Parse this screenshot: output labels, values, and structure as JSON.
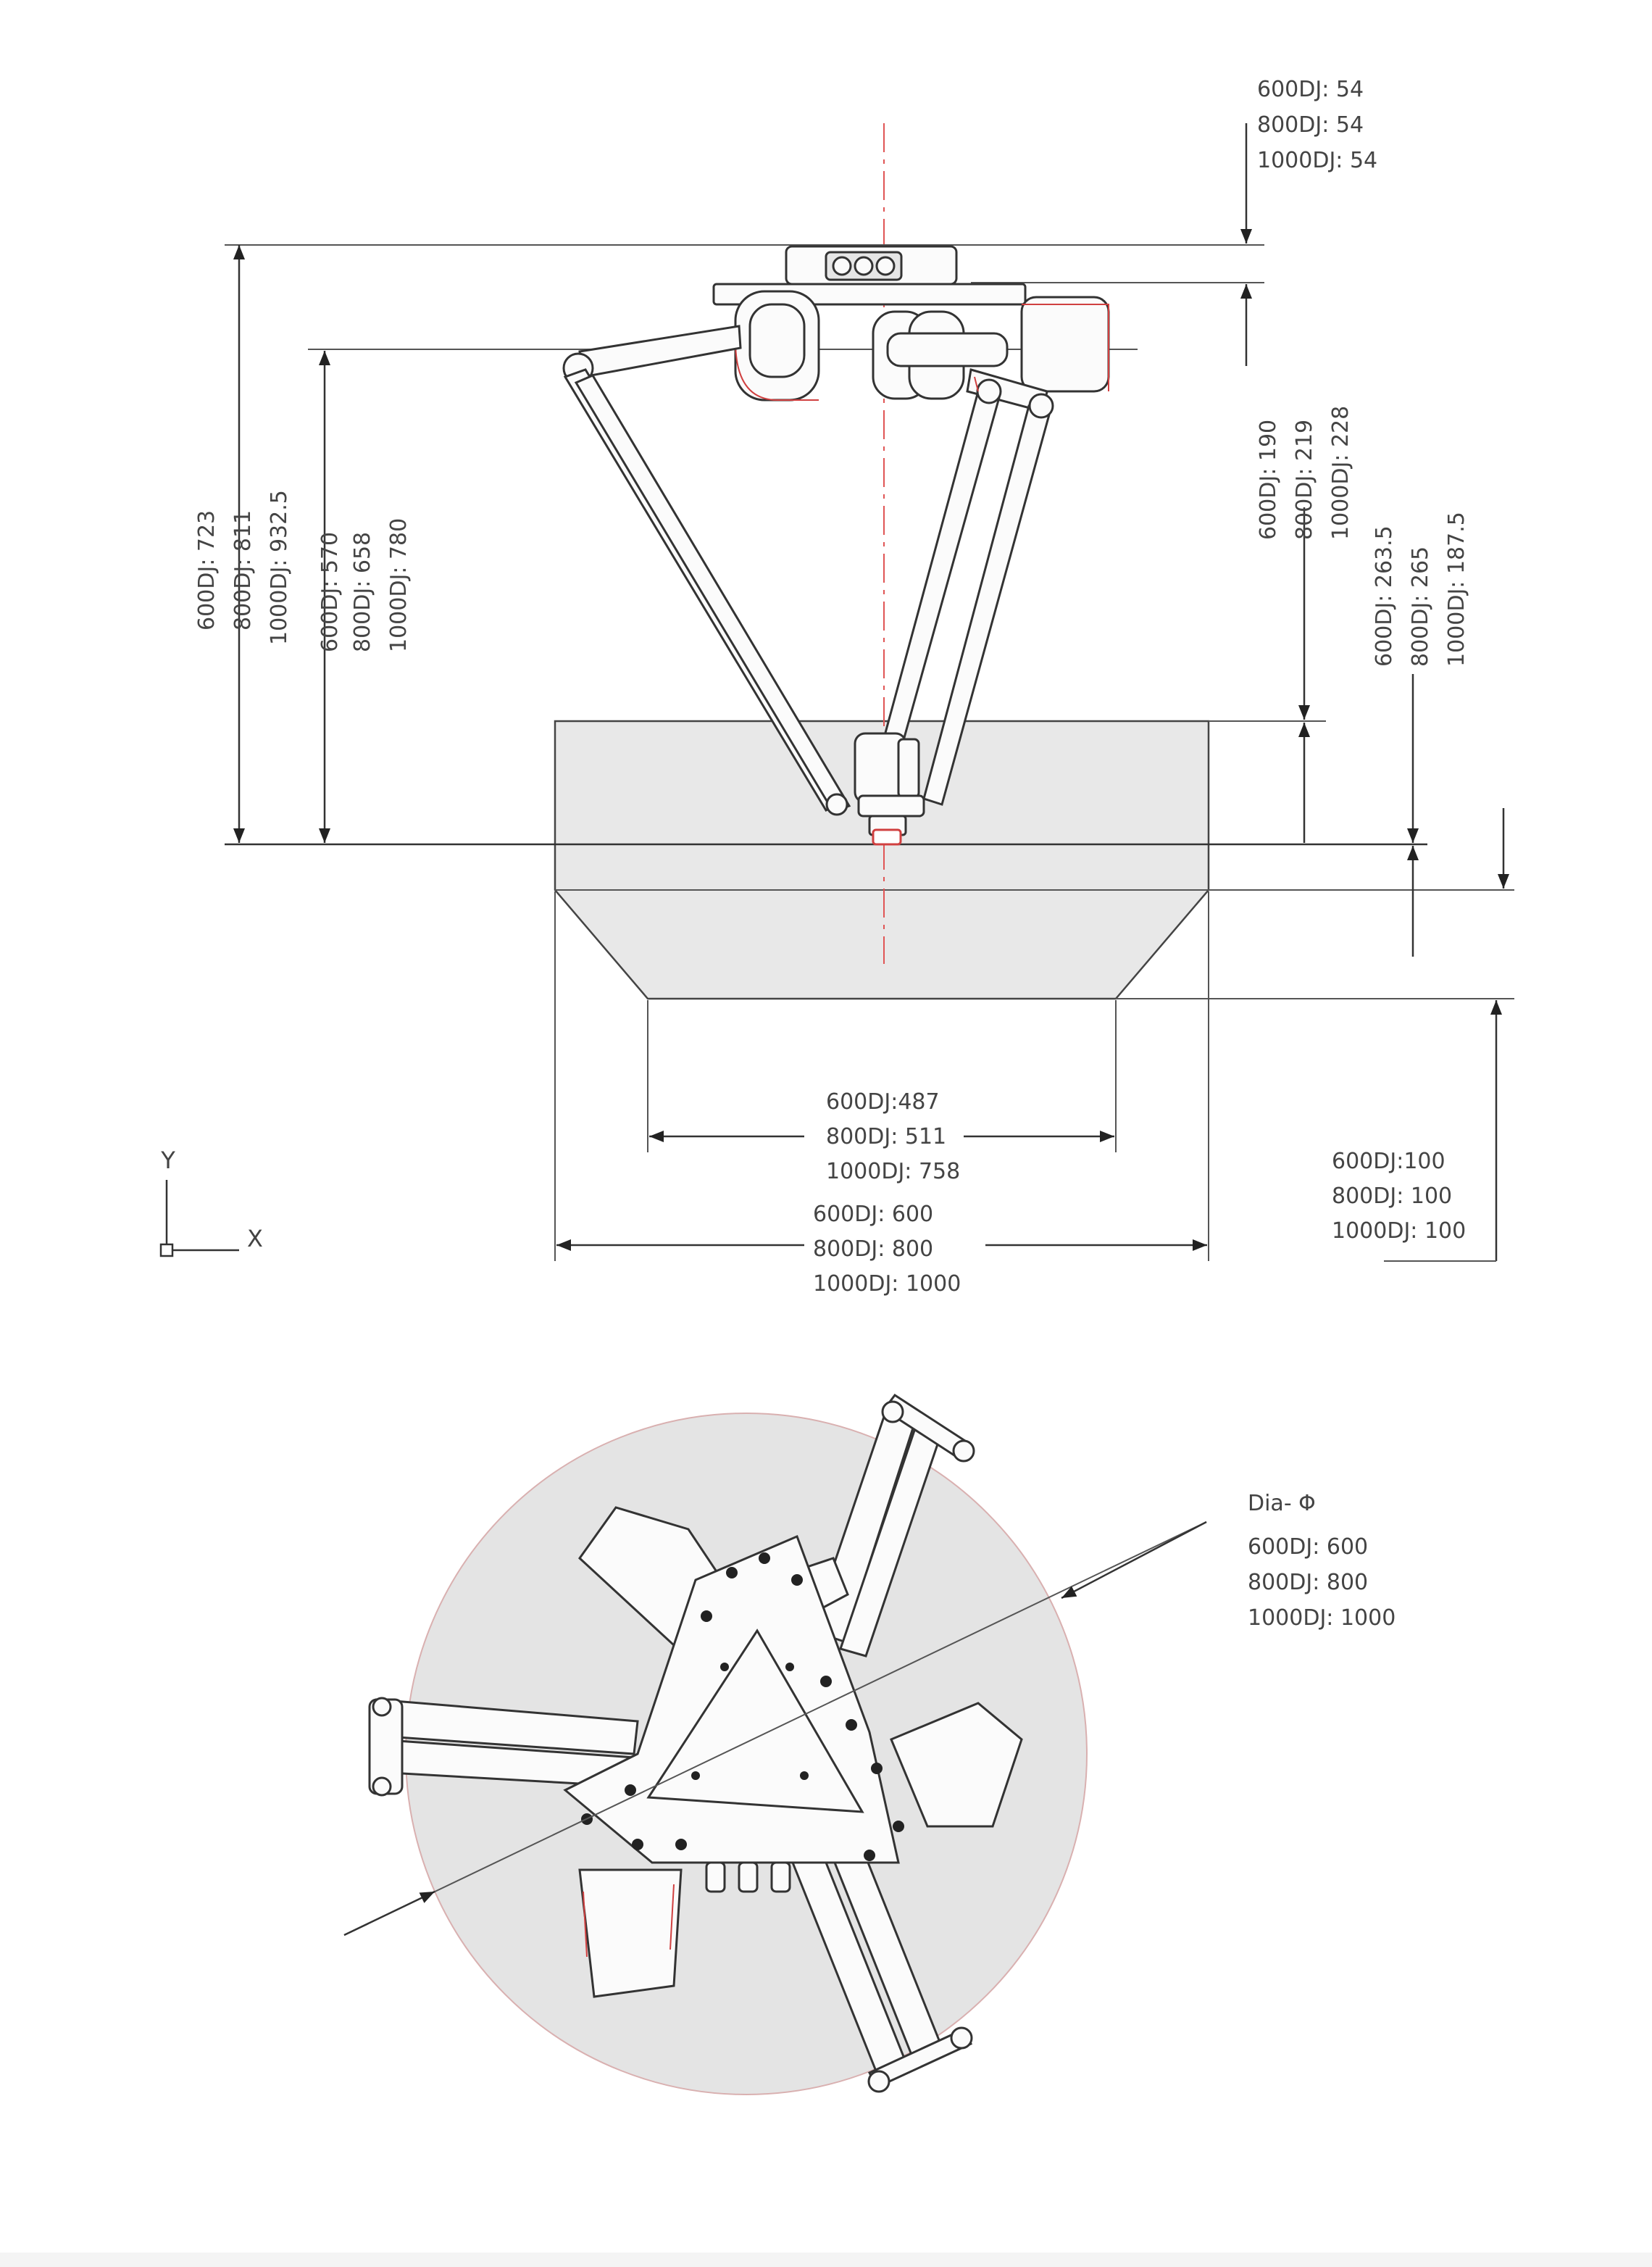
{
  "side_view": {
    "dims": {
      "top_offset": [
        "600DJ: 54",
        "800DJ: 54",
        "1000DJ: 54"
      ],
      "overall_height": [
        "600DJ: 723",
        "800DJ: 811",
        "1000DJ: 932.5"
      ],
      "arm_height": [
        "600DJ: 570",
        "800DJ: 658",
        "1000DJ: 780"
      ],
      "workspace_upper": [
        "600DJ: 190",
        "800DJ: 219",
        "1000DJ: 228"
      ],
      "workspace_mid": [
        "600DJ: 263.5",
        "800DJ: 265",
        "1000DJ: 187.5"
      ],
      "bottom_width": [
        "600DJ:487",
        "800DJ: 511",
        "1000DJ: 758"
      ],
      "full_width": [
        "600DJ: 600",
        "800DJ: 800",
        "1000DJ: 1000"
      ],
      "bottom_height": [
        "600DJ:100",
        "800DJ: 100",
        "1000DJ: 100"
      ]
    },
    "axes": {
      "y_label": "Y",
      "x_label": "X"
    }
  },
  "top_view": {
    "diameter": {
      "title": "Dia- Φ",
      "values": [
        "600DJ: 600",
        "800DJ: 800",
        "1000DJ: 1000"
      ]
    }
  }
}
